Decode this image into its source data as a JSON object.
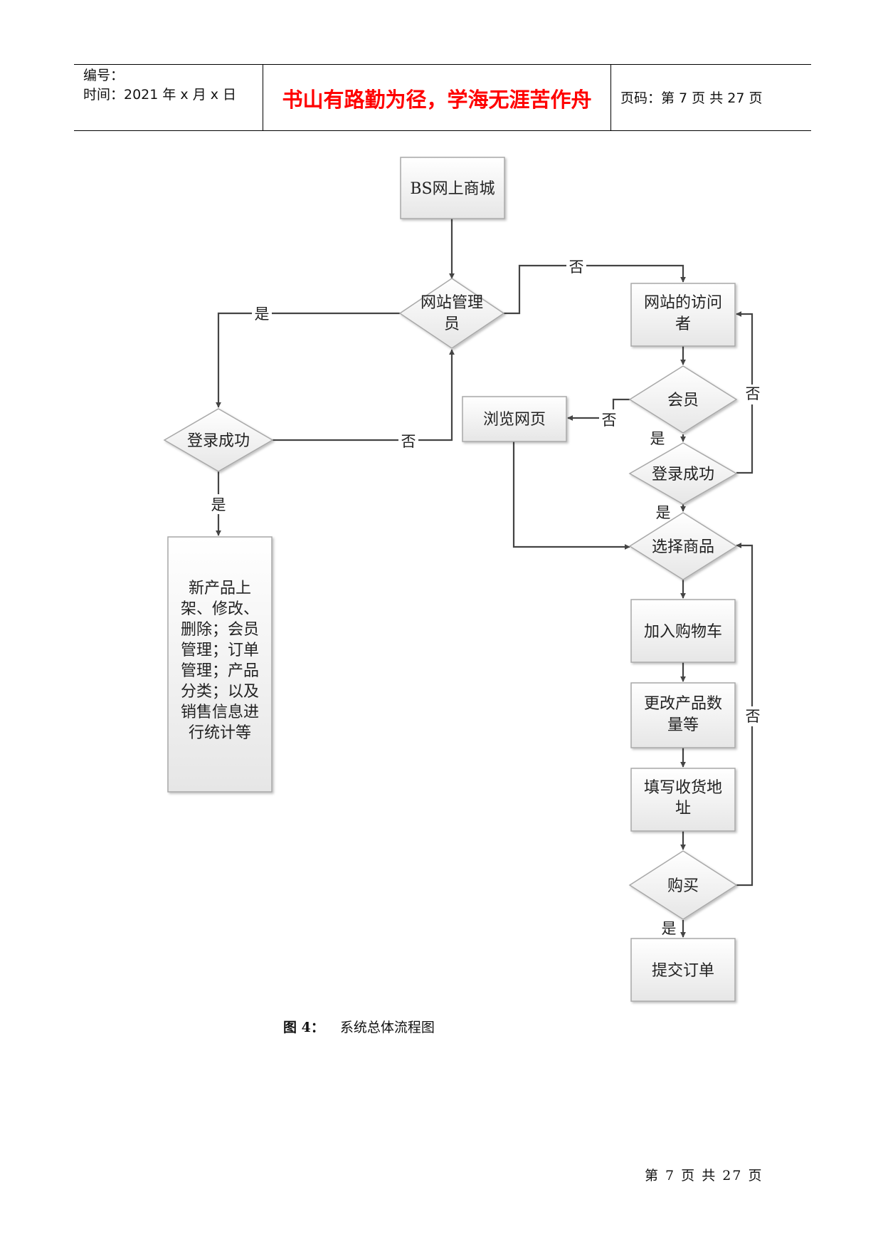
{
  "header": {
    "number_label": "编号：",
    "time_label": "时间：2021 年 x 月 x 日",
    "motto": "书山有路勤为径，学海无涯苦作舟",
    "page_label": "页码：第 7 页  共 27 页"
  },
  "flowchart": {
    "nodes": {
      "bs_mall": "BS网上商城",
      "site_admin": [
        "网站管理",
        "员"
      ],
      "admin_login": "登录成功",
      "admin_tasks": [
        "新产品上",
        "架、修改、",
        "删除；会员",
        "管理；订单",
        "管理；产品",
        "分类；以及",
        "销售信息进",
        "行统计等"
      ],
      "visitor": [
        "网站的访问",
        "者"
      ],
      "member": "会员",
      "browse": "浏览网页",
      "member_login": "登录成功",
      "select_goods": "选择商品",
      "add_cart": "加入购物车",
      "change_qty": [
        "更改产品数",
        "量等"
      ],
      "fill_address": [
        "填写收货地",
        "址"
      ],
      "buy": "购买",
      "submit_order": "提交订单"
    },
    "edge_labels": {
      "yes": "是",
      "no": "否"
    },
    "colors": {
      "node_fill_top": "#ffffff",
      "node_fill_bottom": "#e6e6e6",
      "node_stroke": "#a8a8a8",
      "edge": "#444444"
    }
  },
  "caption": {
    "figure": "图 4：",
    "title": "系统总体流程图"
  },
  "footer": {
    "page": "第 7 页 共 27 页"
  }
}
